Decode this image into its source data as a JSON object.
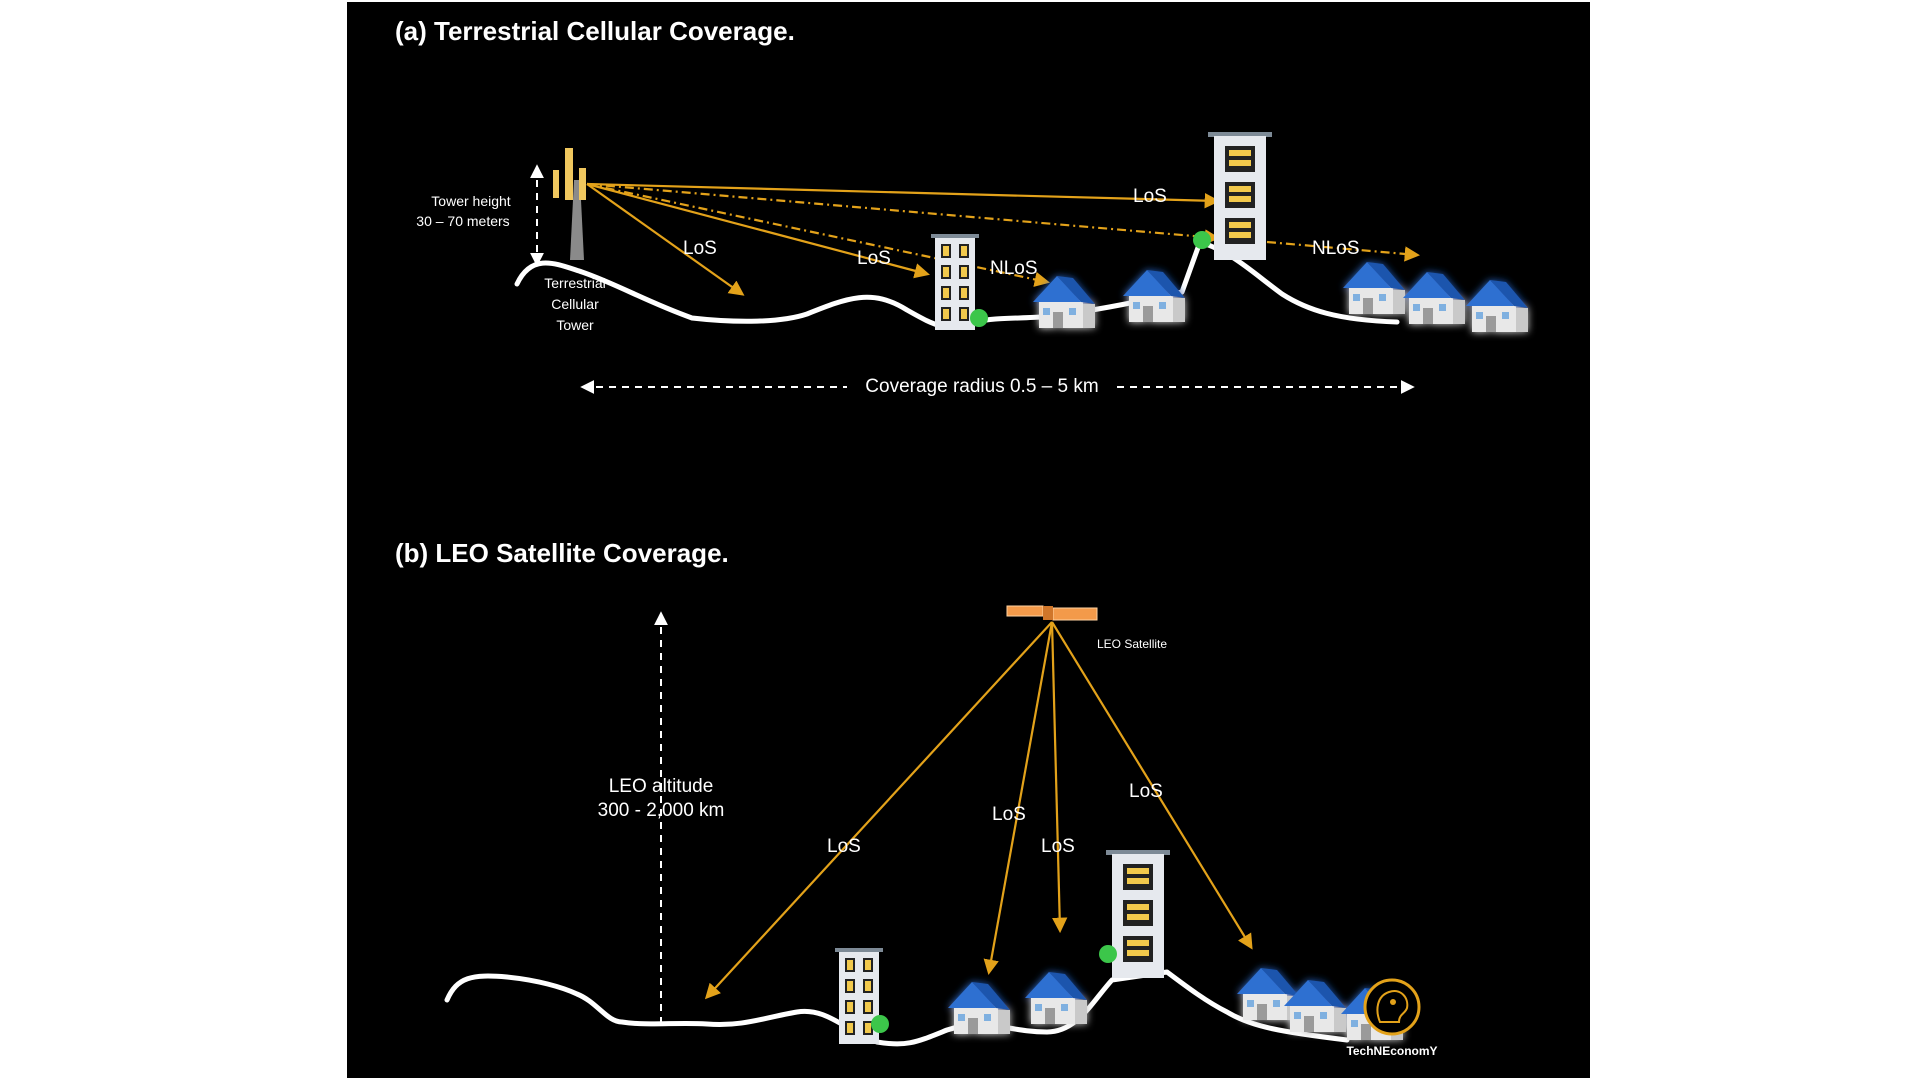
{
  "panel_a": {
    "title": "(a) Terrestrial Cellular Coverage.",
    "tower_height_line1": "Tower height",
    "tower_height_line2": "30 – 70 meters",
    "tower_label_line1": "Terrestrial",
    "tower_label_line2": "Cellular",
    "tower_label_line3": "Tower",
    "ray_labels": [
      "LoS",
      "LoS",
      "NLoS",
      "LoS",
      "NLoS"
    ],
    "coverage_radius": "Coverage radius 0.5 – 5 km"
  },
  "panel_b": {
    "title": "(b) LEO Satellite Coverage.",
    "satellite_label": "LEO Satellite",
    "altitude_line1": "LEO altitude",
    "altitude_line2": "300 - 2,000 km",
    "ray_labels": [
      "LoS",
      "LoS",
      "LoS",
      "LoS"
    ]
  },
  "logo_text": "TechNEconomY",
  "colors": {
    "background": "#000000",
    "ray": "#e3a21a",
    "roof": "#2f6fd1",
    "window": "#f2c94c",
    "device": "#3cc64a"
  }
}
